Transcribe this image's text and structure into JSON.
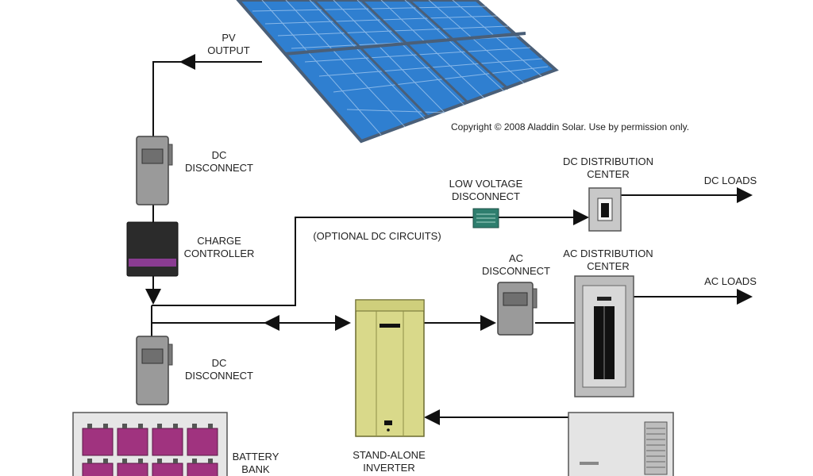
{
  "labels": {
    "pv_output": "PV\nOUTPUT",
    "copyright": "Copyright © 2008 Aladdin Solar. Use by permission only.",
    "dc_disconnect_top": "DC\nDISCONNECT",
    "charge_controller": "CHARGE\nCONTROLLER",
    "low_voltage_disconnect": "LOW VOLTAGE\nDISCONNECT",
    "dc_distribution_center": "DC DISTRIBUTION\nCENTER",
    "dc_loads": "DC LOADS",
    "optional_dc_circuits": "(OPTIONAL DC CIRCUITS)",
    "ac_disconnect": "AC\nDISCONNECT",
    "ac_distribution_center": "AC DISTRIBUTION\nCENTER",
    "ac_loads": "AC LOADS",
    "dc_disconnect_bottom": "DC\nDISCONNECT",
    "battery_bank": "BATTERY\nBANK",
    "stand_alone_inverter": "STAND-ALONE\nINVERTER"
  },
  "colors": {
    "panel_blue": "#2f7fd0",
    "panel_frame": "#4a5f78",
    "disconnect_gray": "#9a9a9a",
    "controller_black": "#2b2b2b",
    "controller_stripe": "#8a3c92",
    "inverter_yellow": "#d9d98a",
    "battery_magenta": "#a0337f",
    "lvd_teal": "#2e7e6e"
  }
}
